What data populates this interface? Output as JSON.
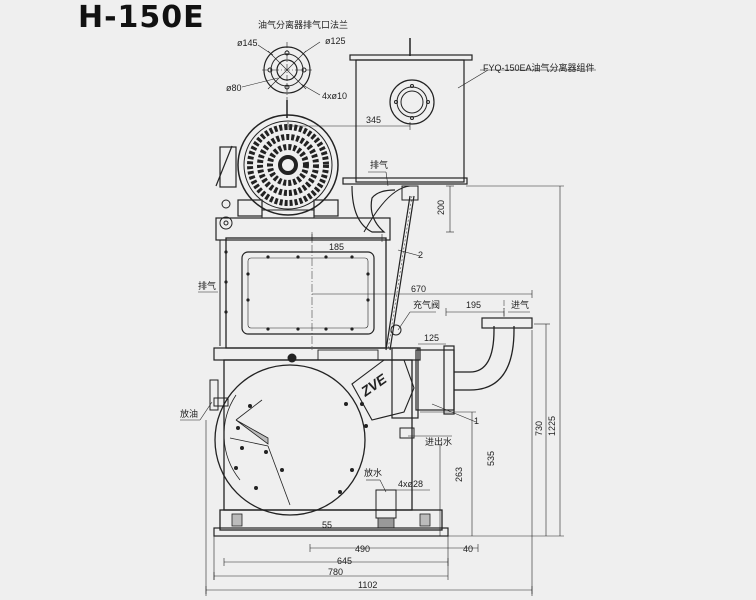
{
  "title": "H-150E",
  "labels": {
    "flange_title": "油气分离器排气口法兰",
    "flange_d145": "ø145",
    "flange_d125": "ø125",
    "flange_d80": "ø80",
    "flange_holes": "4xø10",
    "separator": "FYQ-150EA油气分离器组件",
    "exhaust_top": "排气",
    "exhaust_left": "排气",
    "intake": "进气",
    "charge_valve": "充气阀",
    "oil_drain": "放油",
    "water_in": "进出水",
    "water_drain": "放水",
    "bolt_holes": "4xø28",
    "callout_1": "1",
    "callout_2": "2",
    "brand": "ZVE"
  },
  "dimensions": {
    "d345": "345",
    "d200": "200",
    "d185": "185",
    "d670": "670",
    "d195": "195",
    "d125": "125",
    "d730": "730",
    "d1225": "1225",
    "d535": "535",
    "d263": "263",
    "d55": "55",
    "d490": "490",
    "d40": "40",
    "d645": "645",
    "d780": "780",
    "d1102": "1102"
  }
}
